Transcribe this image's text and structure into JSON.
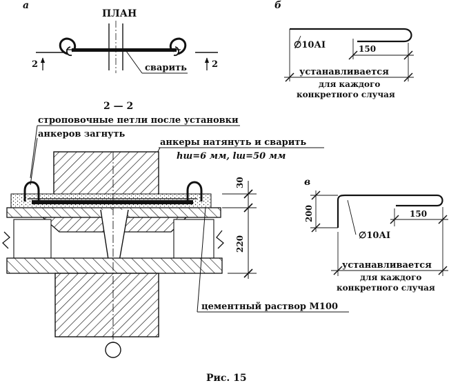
{
  "figure": {
    "caption": "Рис. 15",
    "panel_a": {
      "letter": "а",
      "plan_title": "ПЛАН",
      "weld_label": "сварить",
      "section_mark": "2",
      "section_title": "2 — 2",
      "callout_loops_line1": "строповочные петли после установки",
      "callout_loops_line2": "анкеров загнуть",
      "callout_anchors": "анкеры натянуть и сварить",
      "weld_params": "hш=6 мм, lш=50 мм",
      "dim_top": "30",
      "dim_main": "220",
      "mortar_label": "цементный раствор М100"
    },
    "panel_b": {
      "letter": "б",
      "bar_label": "∅10АI",
      "dim_150": "150",
      "length_text": "устанавливается",
      "note_line1": "для каждого",
      "note_line2": "конкретного случая"
    },
    "panel_v": {
      "letter": "в",
      "dim_200": "200",
      "bar_label": "∅10АI",
      "dim_150": "150",
      "length_text": "устанавливается",
      "note_line1": "для каждого",
      "note_line2": "конкретного случая"
    }
  }
}
